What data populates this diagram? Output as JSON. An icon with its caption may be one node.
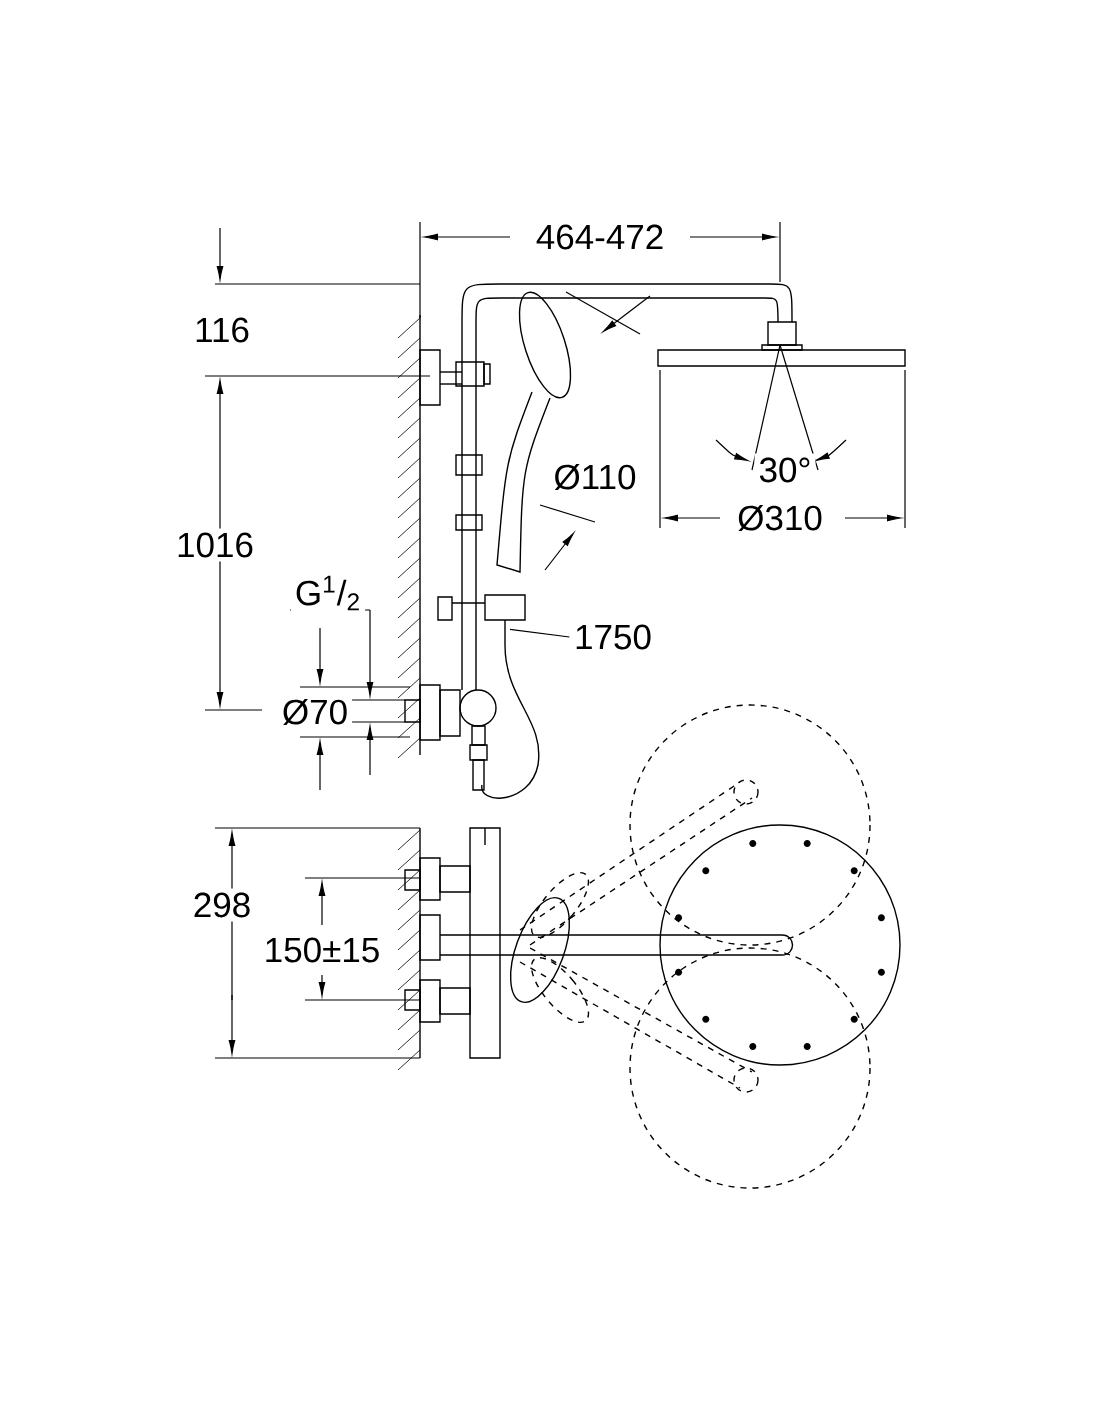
{
  "diagram": {
    "nodes": [
      {
        "text": [
          "1750"
        ]
      },
      {
        "text": [],
        "shape": "picture"
      }
    ],
    "edges": [
      {
        "from": 0,
        "to": 1,
        "arrow": "none"
      }
    ],
    "labels": [
      "464-472",
      "116",
      "30°",
      "Ø110",
      "Ø310",
      "1016",
      "G$^{1}$/$_{2}$",
      "Ø70",
      "298",
      "150±15"
    ]
  }
}
